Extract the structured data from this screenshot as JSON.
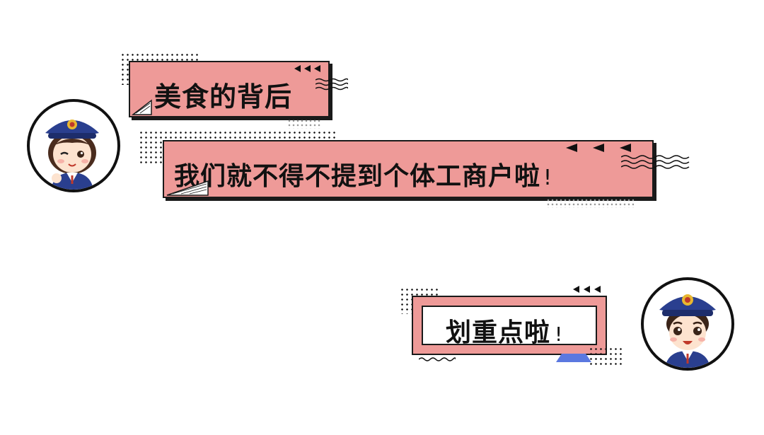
{
  "bubbles": {
    "first": {
      "text": "美食的背后"
    },
    "second": {
      "text": "我们就不得不提到个体工商户啦",
      "exclaim": "!"
    },
    "third": {
      "text": "划重点啦",
      "exclaim": "!"
    }
  },
  "avatars": {
    "left": {
      "icon": "female-tax-officer-icon"
    },
    "right": {
      "icon": "male-tax-officer-icon"
    }
  },
  "colors": {
    "bubble_pink": "#ee9a98",
    "outline": "#1a1a1a",
    "uniform_blue": "#2a3f8f",
    "accent_blue": "#5b78e0"
  }
}
